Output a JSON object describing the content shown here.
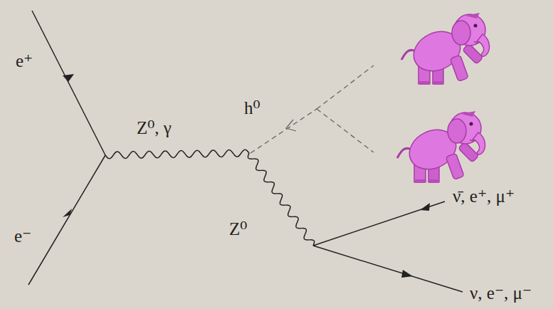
{
  "diagram": {
    "labels": [
      "e⁺",
      "e⁻",
      "Z⁰, γ",
      "h⁰",
      "Z⁰",
      "ν̄, e⁺, μ⁺",
      "ν, e⁻, μ⁻"
    ]
  }
}
